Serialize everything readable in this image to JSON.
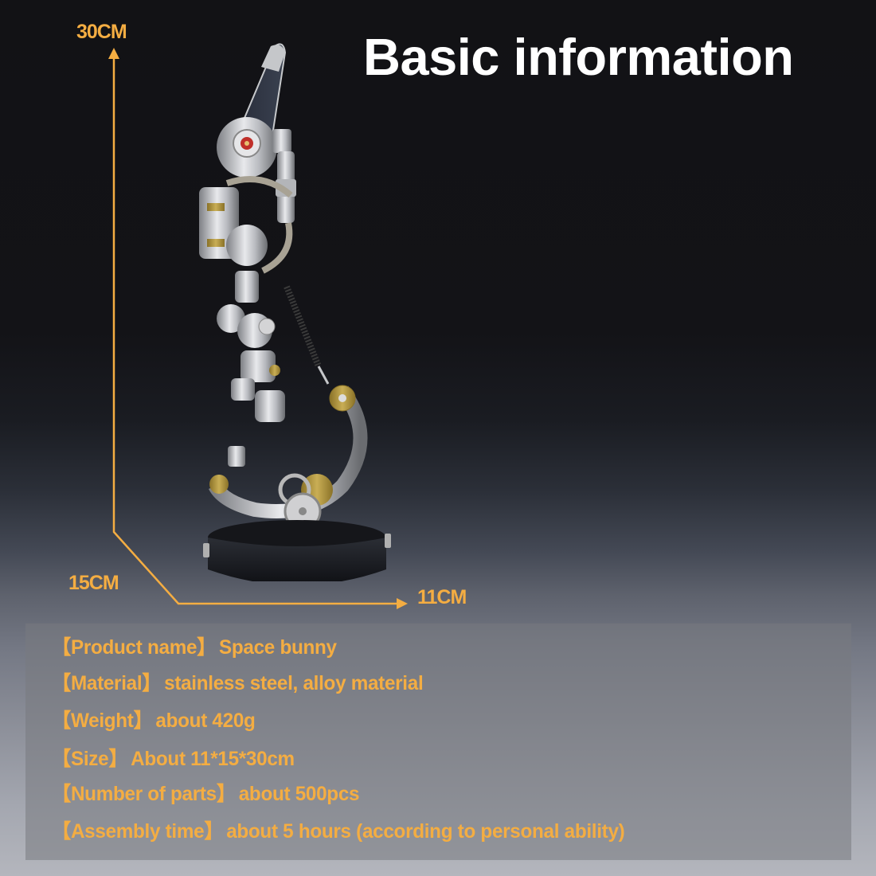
{
  "header": {
    "title": "Basic information"
  },
  "dimensions": {
    "height_label": "30CM",
    "depth_label": "15CM",
    "width_label": "11CM"
  },
  "product": {
    "image_alt": "Space bunny mechanical metal model on round black base"
  },
  "info": {
    "rows": [
      {
        "key": "【Product name】",
        "value": "Space bunny"
      },
      {
        "key": "【Material】",
        "value": "stainless steel, alloy material"
      },
      {
        "key": "【Weight】",
        "value": "about 420g"
      },
      {
        "key": "【Size】",
        "value": "About 11*15*30cm"
      },
      {
        "key": "【Number of parts】",
        "value": "about 500pcs"
      },
      {
        "key": "【Assembly time】",
        "value": "about 5 hours (according to personal ability)"
      }
    ]
  },
  "colors": {
    "accent": "#f4ad42",
    "title": "#ffffff",
    "background_top": "#121215",
    "background_bottom": "#b4b6bd"
  }
}
